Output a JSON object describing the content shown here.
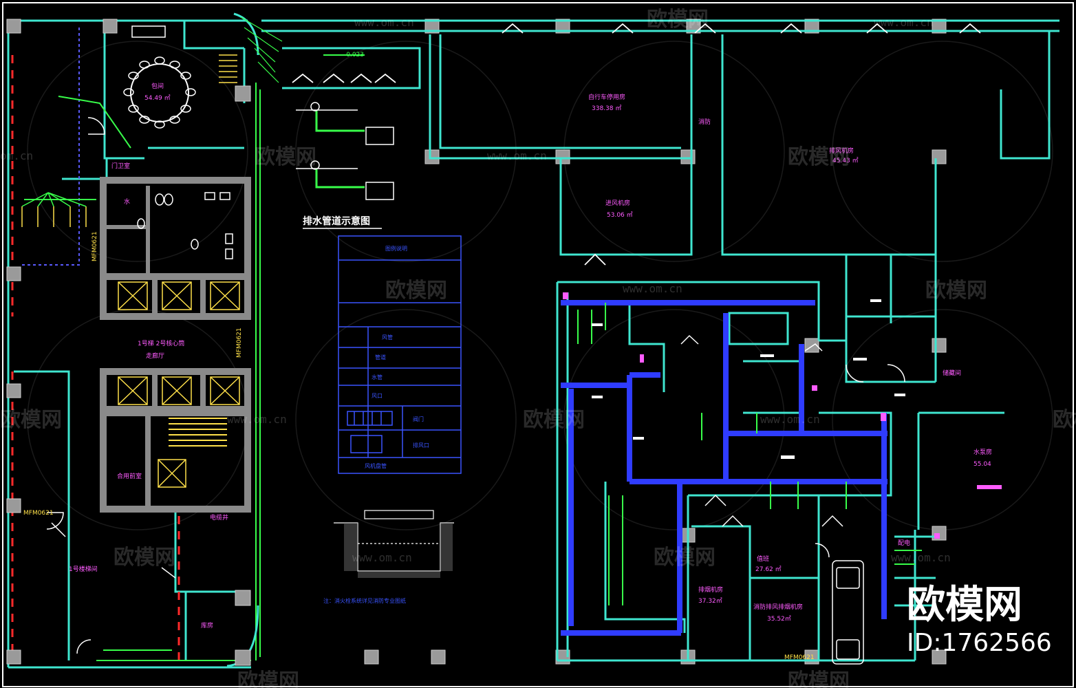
{
  "drawing": {
    "background": "#000000",
    "wall_color": "#3fe6d0",
    "duct_color": "#2f3cff",
    "pipe_color": "#38ff4a",
    "label_color": "#ff5cff",
    "core_fill": "#8a8a8a",
    "elevator_color": "#ffe14a"
  },
  "labels": {
    "elevation_mark": "-0.023",
    "room_banquet": "包间",
    "room_banquet_area": "54.49 ㎡",
    "room_reception": "门卫室",
    "room_water": "水",
    "room_core": "1号梯 2号核心筒",
    "room_core_sub": "走廊厅",
    "room_stair": "合用前室",
    "room_bottom_left": "1号楼梯间",
    "room_electrical": "电缆井",
    "room_storage": "库房",
    "room_top_center": "自行车停用房",
    "room_top_center_area": "338.38 ㎡",
    "room_smoke": "进风机房",
    "room_smoke_area": "53.06 ㎡",
    "room_fire": "消防",
    "room_right_top": "排风机房",
    "room_right_top_area": "45.43 ㎡",
    "room_pump": "水泵房",
    "room_pump_area": "55.04",
    "room_fan": "排烟机房",
    "room_fan_area": "37.32㎡",
    "room_fan2": "消防排风排烟机房",
    "room_fan2_area": "35.52㎡",
    "room_guard": "值班",
    "room_guard_area": "27.62 ㎡",
    "room_right_small": "储藏间",
    "room_side": "配电",
    "drainage_title": "排水管道示意图",
    "mfm_tag_1": "MFM0621",
    "mfm_tag_2": "MFM0621",
    "mfm_tag_3": "MFM0621",
    "mfm_tag_4": "MFM0621",
    "wm_brand": "欧模网",
    "wm_url": "www.om.cn",
    "wm_url_short": "om.cn",
    "brand_big": "欧模网",
    "brand_id": "ID:1762566"
  },
  "legend": {
    "header": "图例说明",
    "rows": [
      "风管",
      "管道",
      "水管",
      "风口",
      "阀门",
      "排风口",
      "风机盘管"
    ],
    "note": "注：消火栓系统详见消防专业图纸"
  }
}
